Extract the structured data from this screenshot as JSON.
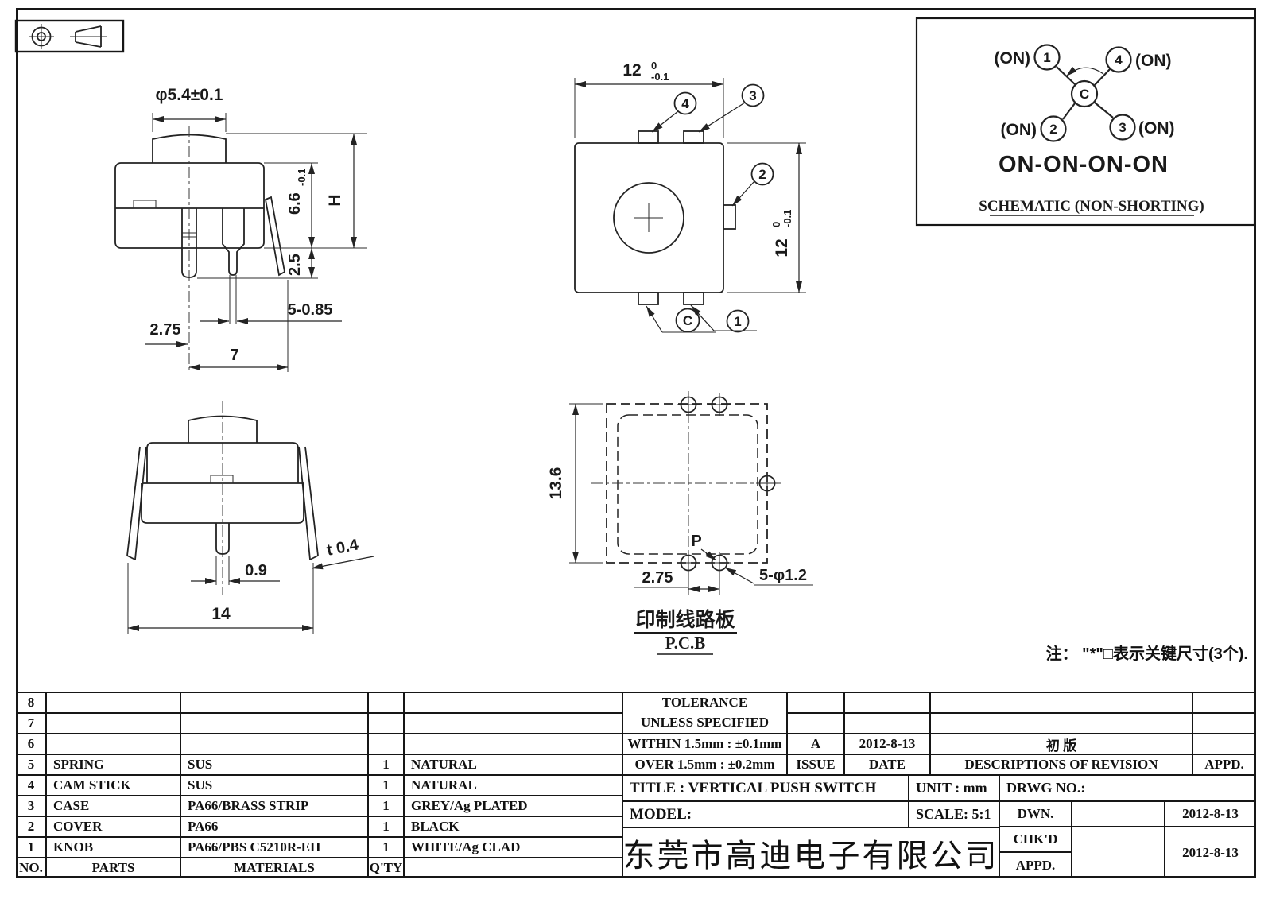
{
  "sheet": {
    "note": "注： \"*\"□表示关键尺寸(3个)."
  },
  "front_view": {
    "knob_dia": "φ5.4±0.1",
    "case_h": "6.6",
    "case_h_tol": "-0.1",
    "pin_proj": "2.5",
    "overall_h": "H",
    "pin_sect": "5-0.85",
    "pin_offset": "2.75",
    "pin_span": "7"
  },
  "top_view": {
    "width": "12",
    "width_tol_hi": "0",
    "width_tol_lo": "-0.1",
    "height": "12",
    "height_tol_hi": "0",
    "height_tol_lo": "-0.1",
    "callout_4": "4",
    "callout_3": "3",
    "callout_2": "2",
    "callout_c": "C",
    "callout_1": "1"
  },
  "schematic": {
    "on": "(ON)",
    "t1": "1",
    "t2": "2",
    "t3": "3",
    "t4": "4",
    "common": "C",
    "function": "ON-ON-ON-ON",
    "caption": "SCHEMATIC (NON-SHORTING)"
  },
  "side_view": {
    "pin_w": "0.9",
    "thickness": "t 0.4",
    "overall_w": "14"
  },
  "pcb_view": {
    "height": "13.6",
    "pitch": "2.75",
    "holes": "5-φ1.2",
    "p": "P",
    "caption_cn": "印制线路板",
    "caption_en": "P.C.B"
  },
  "parts_table": {
    "headers": {
      "no": "NO.",
      "parts": "PARTS",
      "materials": "MATERIALS",
      "qty": "Q'TY"
    },
    "rows": [
      {
        "no": "8",
        "parts": "",
        "materials": "",
        "qty": "",
        "finish": ""
      },
      {
        "no": "7",
        "parts": "",
        "materials": "",
        "qty": "",
        "finish": ""
      },
      {
        "no": "6",
        "parts": "",
        "materials": "",
        "qty": "",
        "finish": ""
      },
      {
        "no": "5",
        "parts": "SPRING",
        "materials": "SUS",
        "qty": "1",
        "finish": "NATURAL"
      },
      {
        "no": "4",
        "parts": "CAM STICK",
        "materials": "SUS",
        "qty": "1",
        "finish": "NATURAL"
      },
      {
        "no": "3",
        "parts": "CASE",
        "materials": "PA66/BRASS STRIP",
        "qty": "1",
        "finish": "GREY/Ag PLATED"
      },
      {
        "no": "2",
        "parts": "COVER",
        "materials": "PA66",
        "qty": "1",
        "finish": "BLACK"
      },
      {
        "no": "1",
        "parts": "KNOB",
        "materials": "PA66/PBS C5210R-EH",
        "qty": "1",
        "finish": "WHITE/Ag CLAD"
      }
    ]
  },
  "tolerance": {
    "line1": "TOLERANCE",
    "line2": "UNLESS  SPECIFIED",
    "within": "WITHIN 1.5mm : ±0.1mm",
    "over": "OVER 1.5mm : ±0.2mm"
  },
  "revision": {
    "issue_value": "A",
    "date_value": "2012-8-13",
    "description_value": "初  版",
    "issue_label": "ISSUE",
    "date_label": "DATE",
    "description_label": "DESCRIPTIONS OF REVISION",
    "appd_label": "APPD."
  },
  "title_block": {
    "title": "TITLE :  VERTICAL PUSH SWITCH",
    "unit": "UNIT :  mm",
    "drwg": "DRWG NO.:",
    "model": "MODEL:",
    "scale": "SCALE:  5:1",
    "company": "东莞市高迪电子有限公司",
    "dwn_label": "DWN.",
    "chkd_label": "CHK'D",
    "appd_label": "APPD.",
    "dwn_date": "2012-8-13",
    "chkd_date": "2012-8-13"
  }
}
